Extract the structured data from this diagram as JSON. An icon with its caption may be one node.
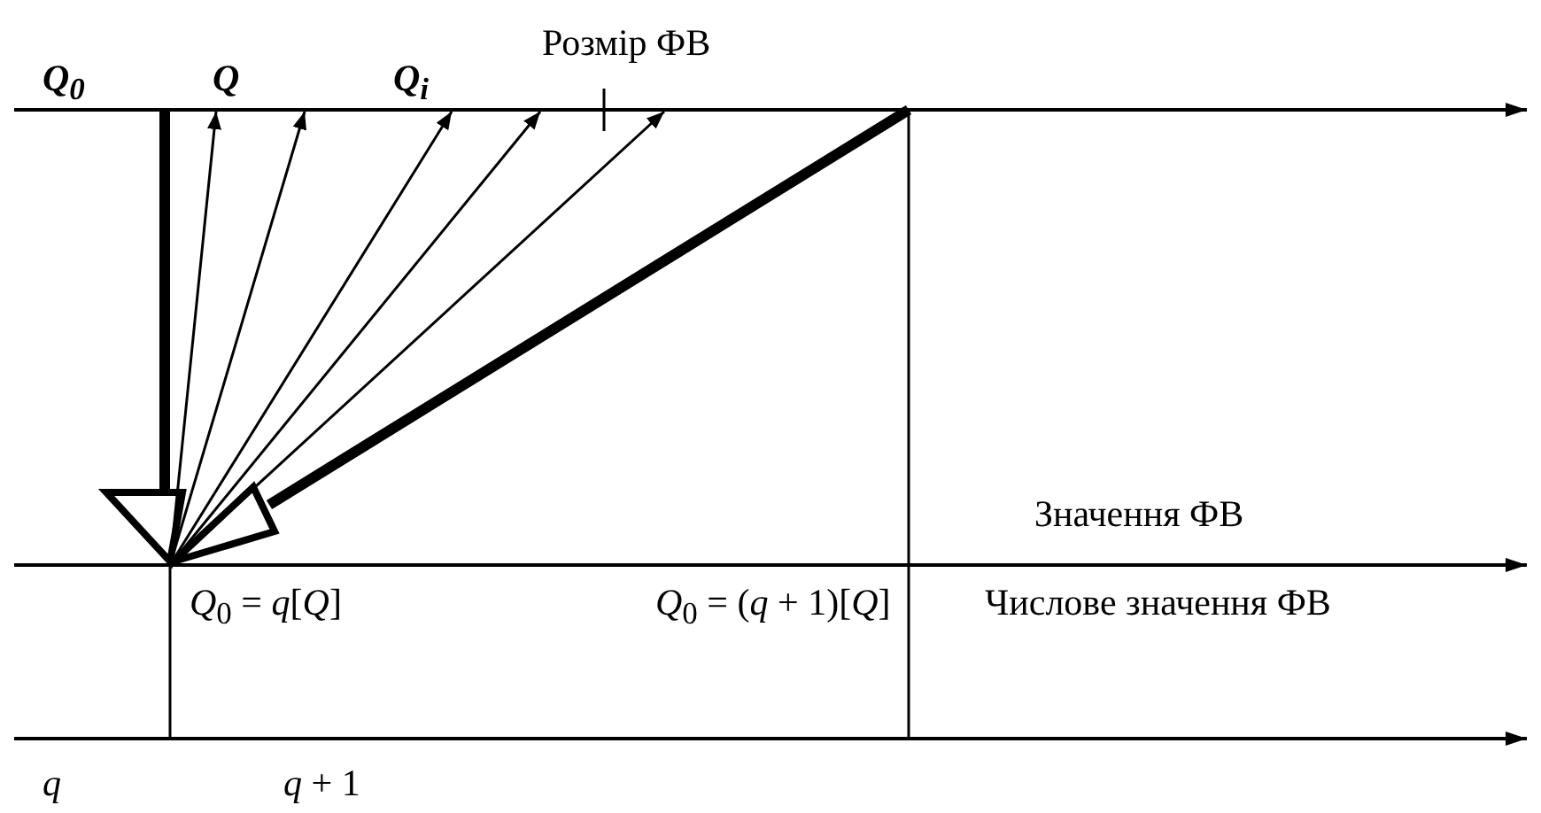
{
  "diagram": {
    "labels": [
      "Q$_{0}$",
      "Q",
      "Q$_{i}$",
      "Розмір ФВ",
      "Значення ФВ",
      "*Q*$_{0}$ = *q*[*Q*]",
      "*Q*$_{0}$ = (*q* + 1)[*Q*]",
      "Числове значення ФВ",
      "q",
      "*q* + 1"
    ]
  }
}
